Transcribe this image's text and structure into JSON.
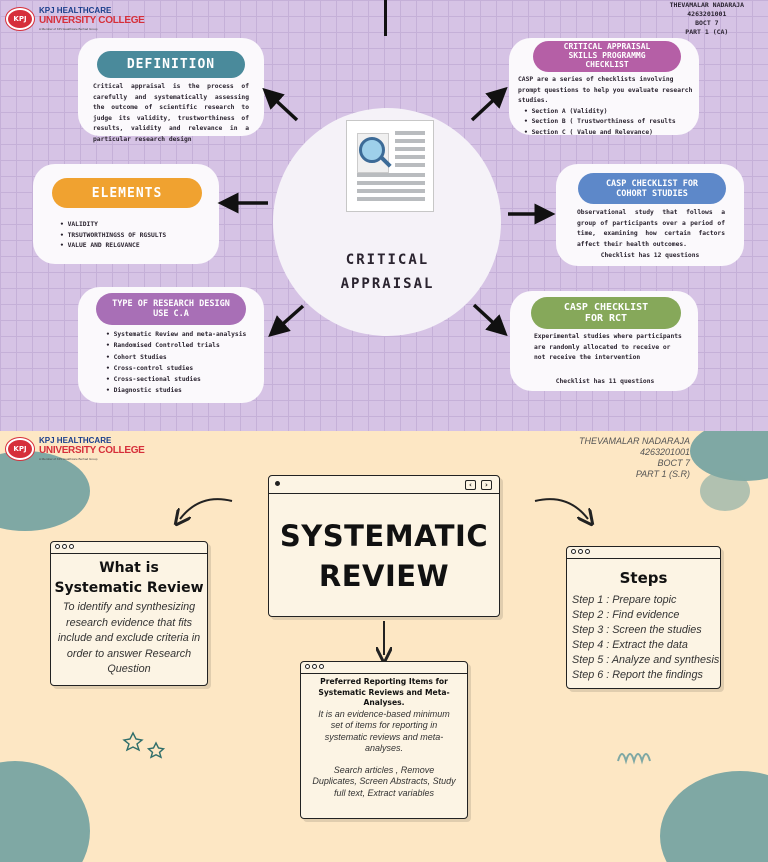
{
  "top": {
    "logo": {
      "mark": "KPJ",
      "line1": "KPJ HEALTHCARE",
      "line2": "UNIVERSITY COLLEGE",
      "line3": "A Member of KPJ Healthcare Berhad Group"
    },
    "author": {
      "name": "THEVAMALAR NADARAJA",
      "id": "4263201001",
      "class": "BOCT 7",
      "part": "PART 1 (CA)"
    },
    "center_title_1": "CRITICAL",
    "center_title_2": "APPRAISAL",
    "definition": {
      "title": "DEFINITION",
      "text": "Critical appraisal is the process of carefully and systematically assessing the outcome of scientific research to judge its validity, trustworthiness of results, validity and relevance in a particular research design"
    },
    "elements": {
      "title": "ELEMENTS",
      "items": [
        "VALIDITY",
        "TRSUTWORTHINGSS OF RGSULTS",
        "VALUE AND RELGVANCE"
      ]
    },
    "type": {
      "title_1": "TYPE OF RESEARCH DESIGN",
      "title_2": "USE C.A",
      "items": [
        "Systematic Review and meta-analysis",
        "Randomised Controlled trials",
        "Cohort Studies",
        "Cross-control studies",
        "Cross-sectional studies",
        "Diagnostic studies"
      ]
    },
    "casp": {
      "title_1": "CRITICAL APPRAISAL",
      "title_2": "SKILLS PROGRAMMG",
      "title_3": "CHECKLIST",
      "text": "CASP are a series of checklists involving prompt questions to help you evaluate research studies.",
      "items": [
        "Section A (Validity)",
        "Section B ( Trustworthiness of results",
        "Section C ( Value and Relevance)"
      ]
    },
    "cohort": {
      "title_1": "CASP CHECKLIST FOR",
      "title_2": "COHORT STUDIES",
      "text": "Observational study that follows a group of participants over a period of time, examining how certain factors affect their health outcomes.",
      "count": "Checklist has 12 questions"
    },
    "rct": {
      "title_1": "CASP CHECKLIST",
      "title_2": "FOR RCT",
      "text": "Experimental studies where participants are randomly allocated to receive or not receive the intervention",
      "count": "Checklist has 11 questions"
    },
    "colors": {
      "definition": "#4a8a9b",
      "elements": "#f0a230",
      "type": "#a86fb6",
      "casp": "#b55fa6",
      "cohort": "#5d88c9",
      "rct": "#86a85a"
    }
  },
  "bottom": {
    "logo": {
      "mark": "KPJ",
      "line1": "KPJ HEALTHCARE",
      "line2": "UNIVERSITY COLLEGE",
      "line3": "A Member of KPJ Healthcare Berhad Group"
    },
    "author": {
      "name": "THEVAMALAR NADARAJA",
      "id": "4263201001",
      "class": "BOCT 7",
      "part": "PART 1 (S.R)"
    },
    "title_1": "SYSTEMATIC",
    "title_2": "REVIEW",
    "what": {
      "title_1": "What is",
      "title_2": "Systematic Review",
      "text": "To identify and synthesizing research evidence that fits include and exclude criteria in order to answer Research Question"
    },
    "steps": {
      "title": "Steps",
      "items": [
        "Step 1 : Prepare topic",
        "Step 2 : Find evidence",
        "Step 3 : Screen the studies",
        "Step 4 : Extract the data",
        "Step 5 : Analyze and synthesis",
        "Step 6 : Report the findings"
      ]
    },
    "prisma": {
      "title": "Preferred Reporting Items for Systematic Reviews and Meta-Analyses.",
      "text": "It is an evidence-based minimum set of items for reporting in systematic reviews and meta-analyses.",
      "text2": "Search articles , Remove Duplicates, Screen Abstracts, Study full text, Extract variables"
    },
    "colors": {
      "background": "#fde7c4",
      "teal": "#7fa8a4"
    }
  }
}
